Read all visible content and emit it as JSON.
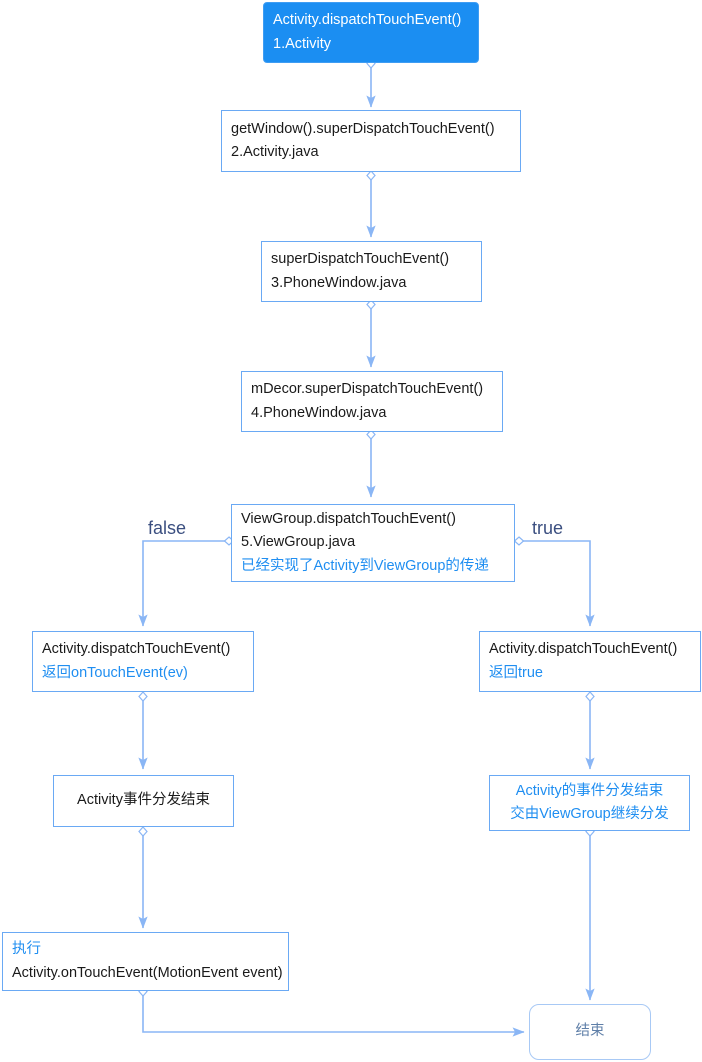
{
  "diagram": {
    "title": "Android Activity dispatchTouchEvent flow",
    "colors": {
      "accent": "#1b8ef2",
      "border": "#6aa9f4",
      "edge": "#8ab6f5",
      "blue_text": "#1f8ef1",
      "label_text": "#3b4f80",
      "terminal_text": "#5f7fa8",
      "terminal_border": "#a8c9f5"
    },
    "nodes": [
      {
        "id": "n1",
        "name": "node-activity-dispatchtouchevent-start",
        "style": "filled",
        "lines": [
          {
            "text": "Activity.dispatchTouchEvent()",
            "color": "white"
          },
          {
            "text": "1.Activity",
            "color": "white"
          }
        ]
      },
      {
        "id": "n2",
        "name": "node-getwindow-superdispatchtouchevent",
        "style": "plain",
        "lines": [
          {
            "text": "getWindow().superDispatchTouchEvent()",
            "color": "black"
          },
          {
            "text": "2.Activity.java",
            "color": "black"
          }
        ]
      },
      {
        "id": "n3",
        "name": "node-superdispatchtouchevent-phonewindow",
        "style": "plain",
        "lines": [
          {
            "text": "superDispatchTouchEvent()",
            "color": "black"
          },
          {
            "text": "3.PhoneWindow.java",
            "color": "black"
          }
        ]
      },
      {
        "id": "n4",
        "name": "node-mdecor-superdispatchtouchevent",
        "style": "plain",
        "lines": [
          {
            "text": "mDecor.superDispatchTouchEvent()",
            "color": "black"
          },
          {
            "text": "4.PhoneWindow.java",
            "color": "black"
          }
        ]
      },
      {
        "id": "n5",
        "name": "node-viewgroup-dispatchtouchevent",
        "style": "plain",
        "lines": [
          {
            "text": "ViewGroup.dispatchTouchEvent()",
            "color": "black"
          },
          {
            "text": "5.ViewGroup.java",
            "color": "black"
          },
          {
            "text": "已经实现了Activity到ViewGroup的传递",
            "color": "blue"
          }
        ]
      },
      {
        "id": "n6",
        "name": "node-activity-dispatch-return-ontouchevent",
        "style": "plain",
        "lines": [
          {
            "text": "Activity.dispatchTouchEvent()",
            "color": "black"
          },
          {
            "text": "返回onTouchEvent(ev)",
            "color": "blue"
          }
        ]
      },
      {
        "id": "n7",
        "name": "node-activity-dispatch-return-true",
        "style": "plain",
        "lines": [
          {
            "text": "Activity.dispatchTouchEvent()",
            "color": "black"
          },
          {
            "text": "返回true",
            "color": "blue"
          }
        ]
      },
      {
        "id": "n8",
        "name": "node-activity-dispatch-finished",
        "style": "centered",
        "lines": [
          {
            "text": "Activity事件分发结束",
            "color": "black"
          }
        ]
      },
      {
        "id": "n9",
        "name": "node-activity-finished-handoff-viewgroup",
        "style": "centered",
        "lines": [
          {
            "text": "Activity的事件分发结束",
            "color": "blue"
          },
          {
            "text": "交由ViewGroup继续分发",
            "color": "blue"
          }
        ]
      },
      {
        "id": "n10",
        "name": "node-execute-activity-ontouchevent",
        "style": "plain",
        "lines": [
          {
            "text": "执行",
            "color": "blue"
          },
          {
            "text": "Activity.onTouchEvent(MotionEvent event)",
            "color": "black"
          }
        ]
      },
      {
        "id": "n11",
        "name": "node-end-terminal",
        "style": "rounded",
        "lines": [
          {
            "text": "结束",
            "color": "muted"
          }
        ]
      }
    ],
    "edge_labels": [
      {
        "id": "lbl-false",
        "name": "edge-label-false",
        "text": "false"
      },
      {
        "id": "lbl-true",
        "name": "edge-label-true",
        "text": "true"
      }
    ]
  }
}
